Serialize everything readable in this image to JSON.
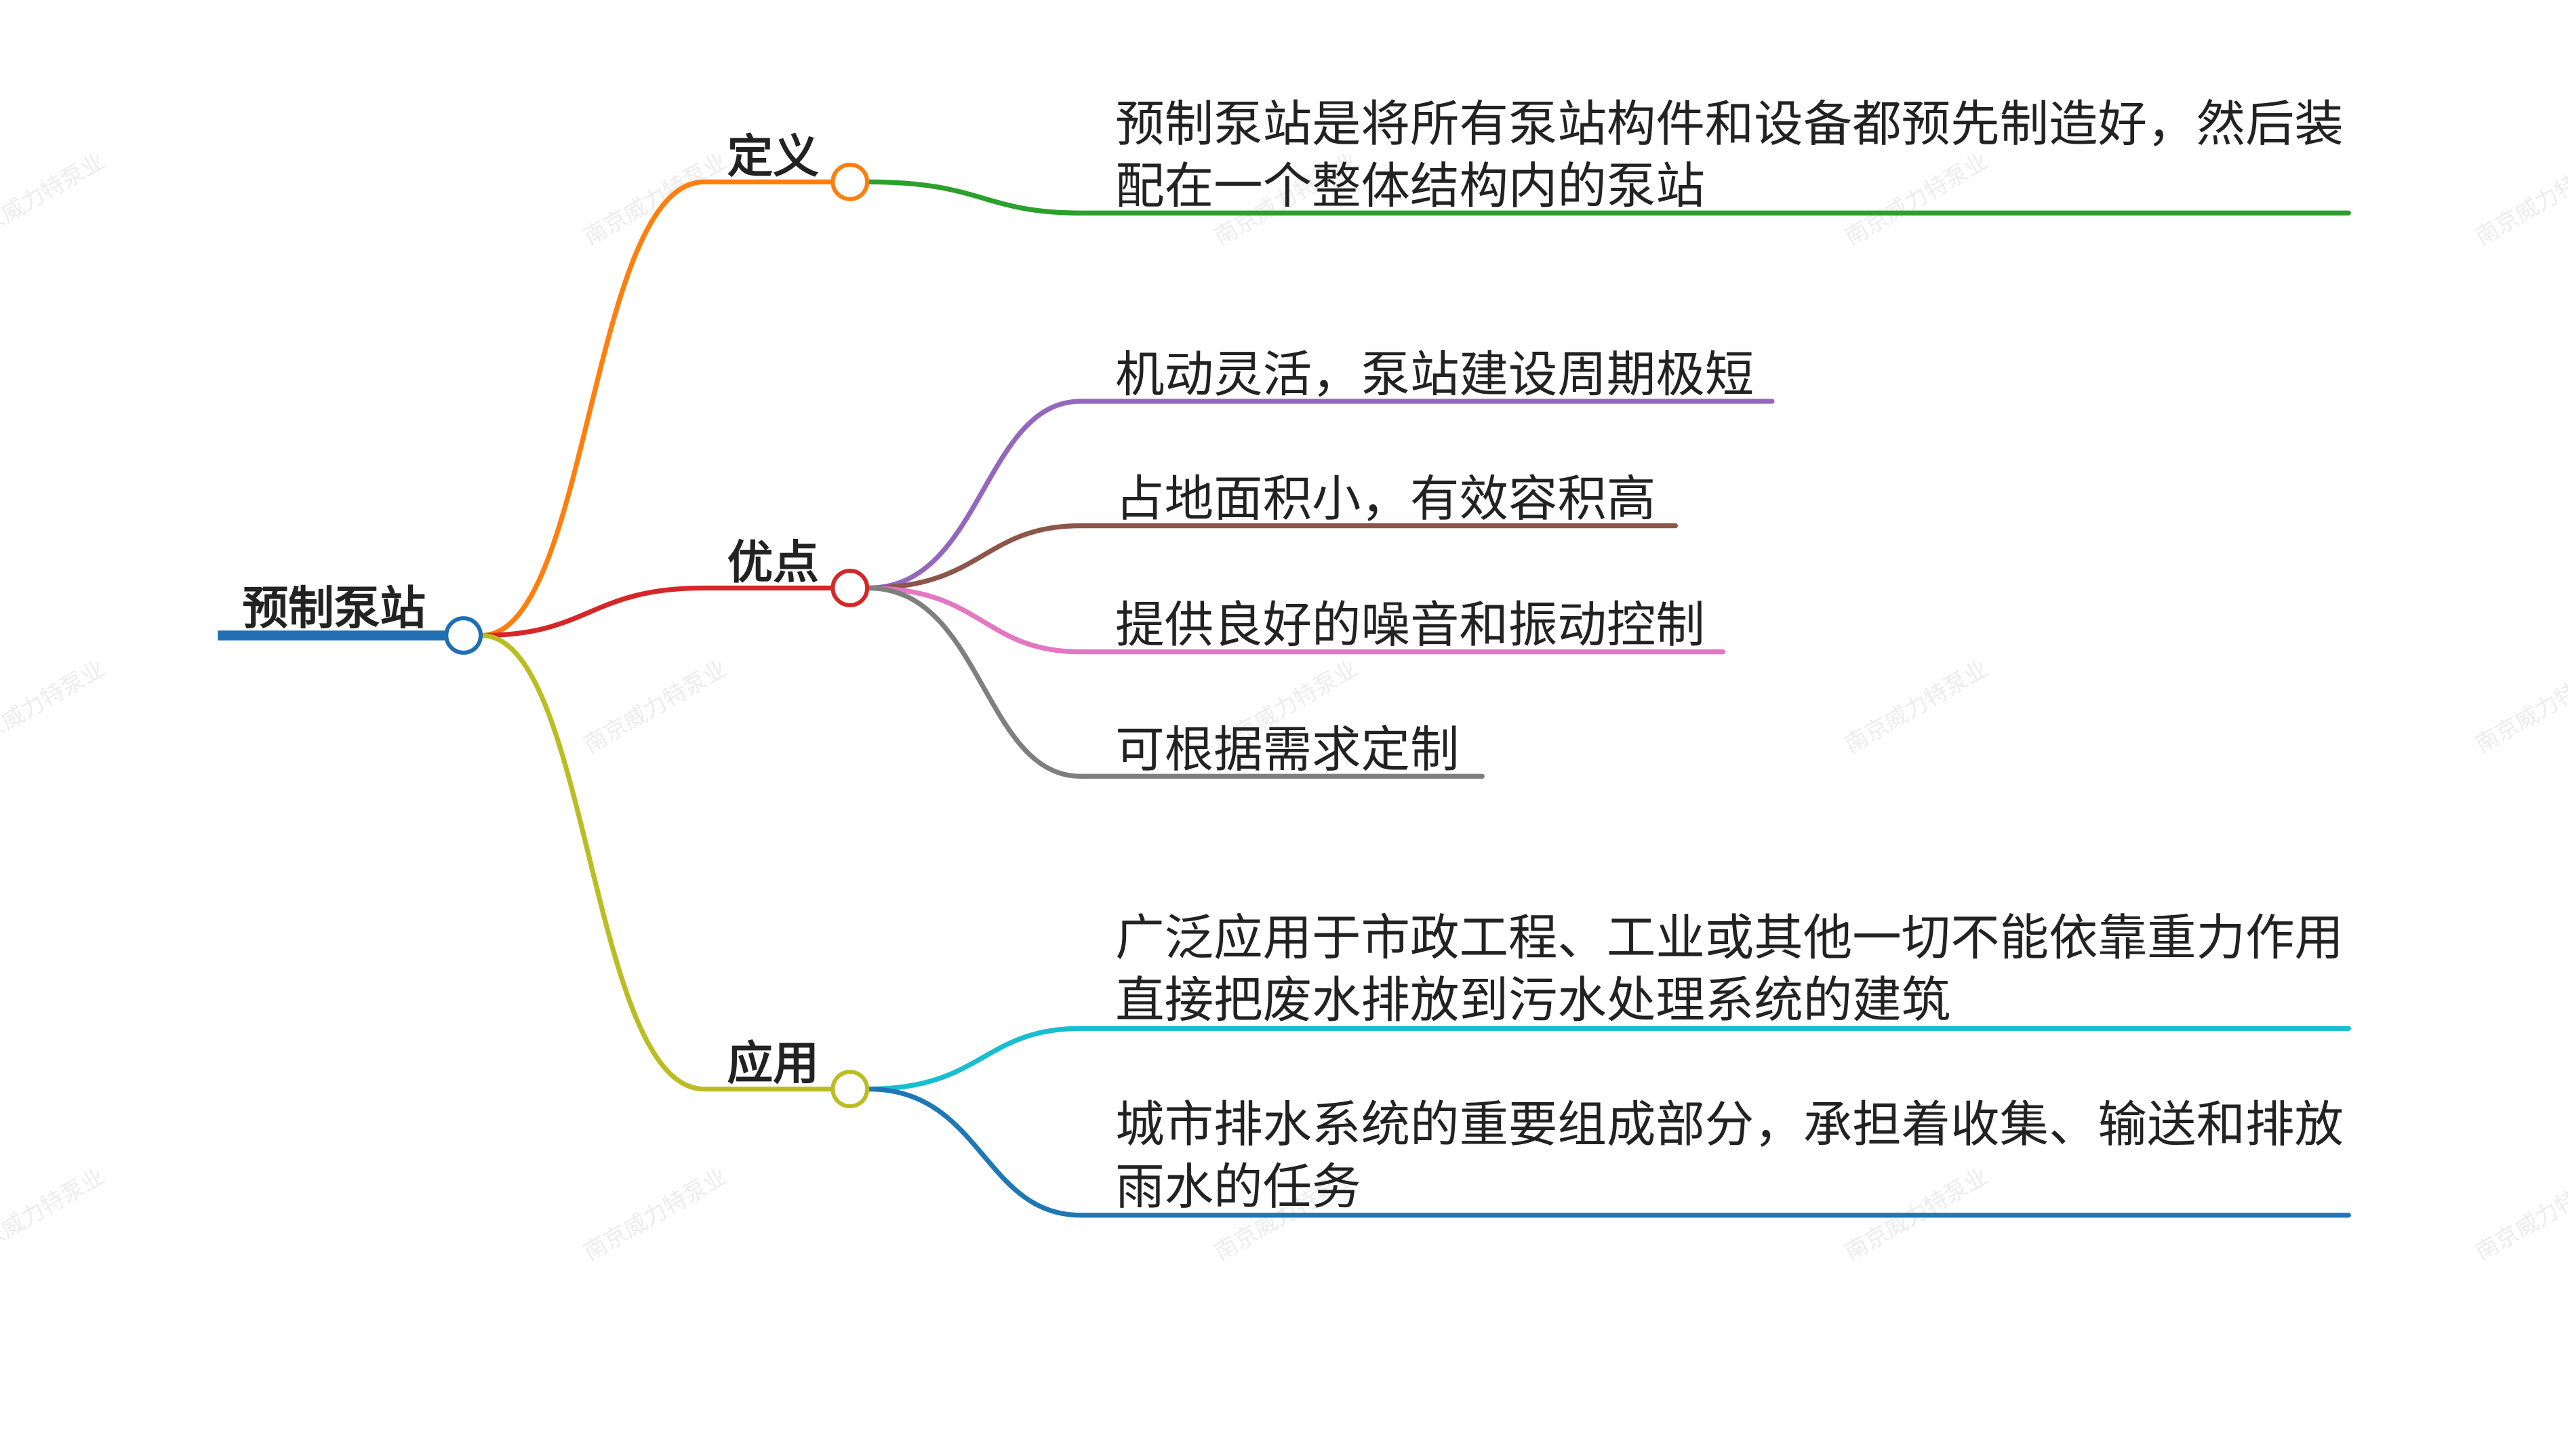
{
  "root": {
    "label": "预制泵站",
    "color": "#1f6fb2"
  },
  "branches": [
    {
      "label": "定义",
      "color": "#ff7f0e",
      "children": [
        {
          "lines": [
            "预制泵站是将所有泵站构件和设备都预先制造好，然后装",
            "配在一个整体结构内的泵站"
          ],
          "color": "#2ca02c"
        }
      ]
    },
    {
      "label": "优点",
      "color": "#d62728",
      "children": [
        {
          "lines": [
            "机动灵活，泵站建设周期极短"
          ],
          "color": "#9467bd"
        },
        {
          "lines": [
            "占地面积小，有效容积高"
          ],
          "color": "#8c564b"
        },
        {
          "lines": [
            "提供良好的噪音和振动控制"
          ],
          "color": "#e377c2"
        },
        {
          "lines": [
            "可根据需求定制"
          ],
          "color": "#7f7f7f"
        }
      ]
    },
    {
      "label": "应用",
      "color": "#bcbd22",
      "children": [
        {
          "lines": [
            "广泛应用于市政工程、工业或其他一切不能依靠重力作用",
            "直接把废水排放到污水处理系统的建筑"
          ],
          "color": "#17becf"
        },
        {
          "lines": [
            "城市排水系统的重要组成部分，承担着收集、输送和排放",
            "雨水的任务"
          ],
          "color": "#1f77b4"
        }
      ]
    }
  ],
  "watermark": "南京威力特泵业"
}
